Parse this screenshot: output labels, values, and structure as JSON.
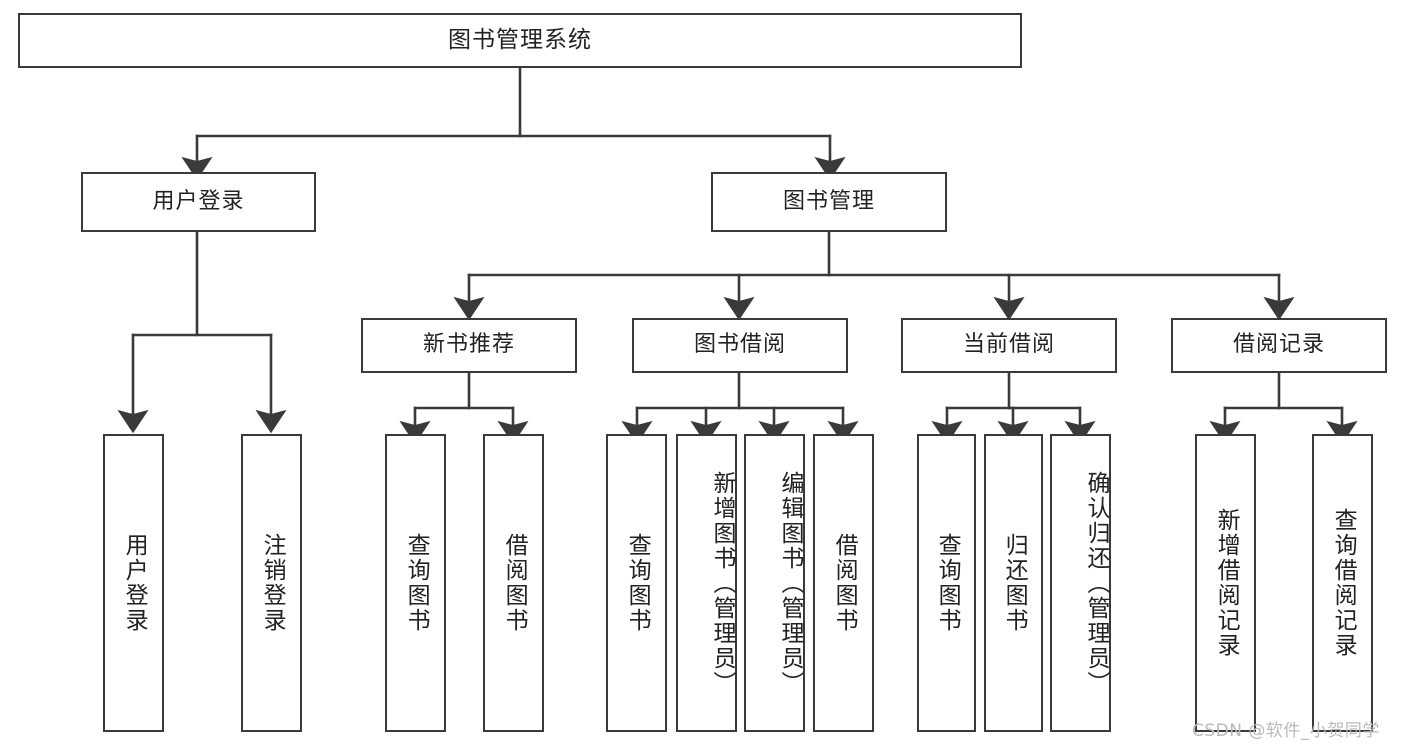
{
  "diagram": {
    "title": "图书管理系统",
    "type": "tree-hierarchy-diagram",
    "watermark": "CSDN @软件_小贺同学",
    "colors": {
      "stroke": "#3a3a3a",
      "fill": "#ffffff",
      "text": "#222222",
      "watermark": "#b9b9b9"
    },
    "root": {
      "label": "图书管理系统"
    },
    "level2": [
      {
        "label": "用户登录"
      },
      {
        "label": "图书管理"
      }
    ],
    "level3": [
      {
        "label": "新书推荐"
      },
      {
        "label": "图书借阅"
      },
      {
        "label": "当前借阅"
      },
      {
        "label": "借阅记录"
      }
    ],
    "leaves_user_login": [
      {
        "label": "用户登录"
      },
      {
        "label": "注销登录"
      }
    ],
    "leaves_new_books": [
      {
        "label": "查询图书"
      },
      {
        "label": "借阅图书"
      }
    ],
    "leaves_borrow": [
      {
        "label": "查询图书"
      },
      {
        "label": "新增图书（管理员）"
      },
      {
        "label": "编辑图书（管理员）"
      },
      {
        "label": "借阅图书"
      }
    ],
    "leaves_current": [
      {
        "label": "查询图书"
      },
      {
        "label": "归还图书"
      },
      {
        "label": "确认归还（管理员）"
      }
    ],
    "leaves_records": [
      {
        "label": "新增借阅记录"
      },
      {
        "label": "查询借阅记录"
      }
    ]
  }
}
